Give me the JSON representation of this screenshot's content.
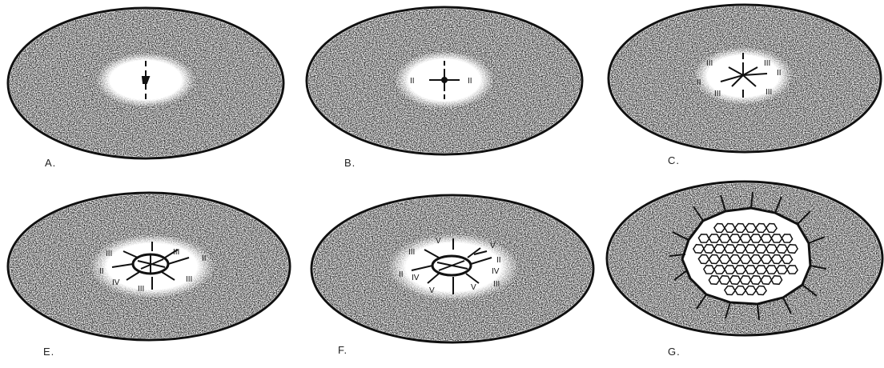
{
  "figure": {
    "panels": [
      {
        "letter": "A.",
        "marks": []
      },
      {
        "letter": "B.",
        "marks": [
          "II",
          "II"
        ]
      },
      {
        "letter": "C.",
        "marks": [
          "III",
          "III",
          "II",
          "II",
          "III",
          "III"
        ]
      },
      {
        "letter": "E.",
        "marks": [
          "III",
          "III",
          "II",
          "II",
          "IV",
          "III",
          "III"
        ]
      },
      {
        "letter": "F.",
        "marks": [
          "III",
          "V",
          "V",
          "II",
          "II",
          "IV",
          "IV",
          "III",
          "V",
          "V"
        ]
      },
      {
        "letter": "G.",
        "marks": []
      }
    ]
  }
}
